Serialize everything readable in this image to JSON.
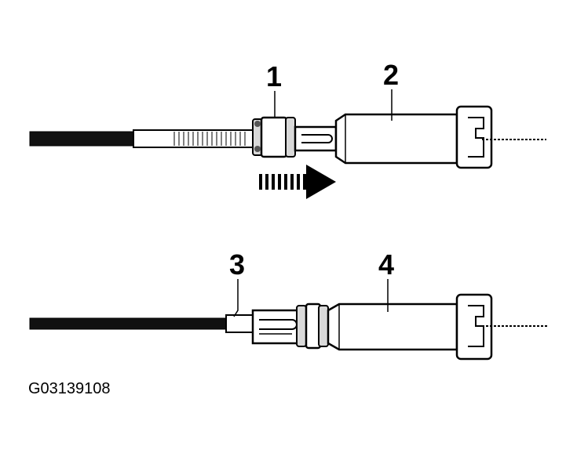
{
  "callouts": {
    "c1": "1",
    "c2": "2",
    "c3": "3",
    "c4": "4"
  },
  "figure_id": "G03139108",
  "icons": {
    "direction_arrow": "dashed-right-arrow-icon"
  }
}
